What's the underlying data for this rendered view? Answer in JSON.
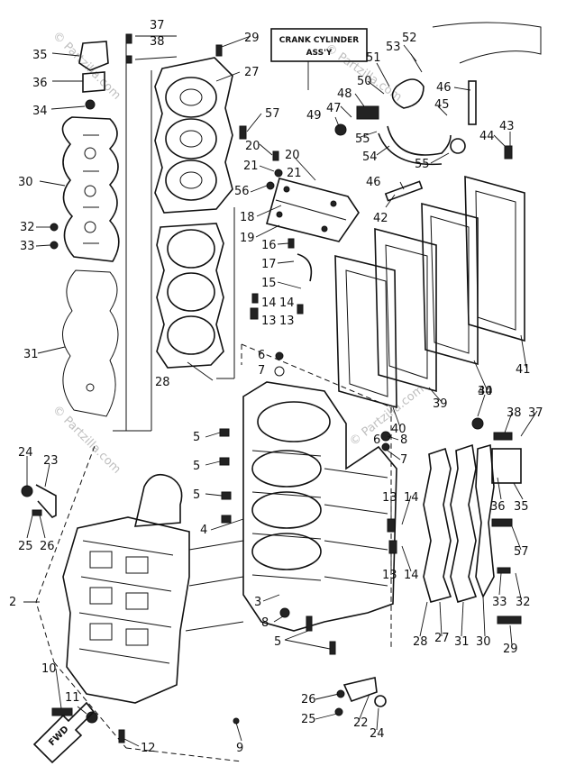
{
  "title_box": {
    "line1": "CRANK CYLINDER",
    "line2": "ASS'Y"
  },
  "watermark": "© Partzilla.com",
  "direction_label": "FWD",
  "callouts": [
    "37",
    "38",
    "35",
    "36",
    "34",
    "30",
    "32",
    "33",
    "31",
    "29",
    "27",
    "28",
    "57",
    "20",
    "21",
    "56",
    "18",
    "19",
    "16",
    "17",
    "15",
    "14",
    "13",
    "6",
    "7",
    "5",
    "4",
    "3",
    "8",
    "2",
    "10",
    "11",
    "12",
    "9",
    "24",
    "23",
    "25",
    "26",
    "52",
    "53",
    "51",
    "50",
    "48",
    "47",
    "49",
    "46",
    "45",
    "55",
    "54",
    "44",
    "43",
    "42",
    "41",
    "40",
    "39",
    "22"
  ]
}
